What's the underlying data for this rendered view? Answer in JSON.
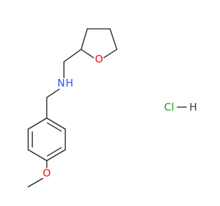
{
  "molecule": {
    "atoms": {
      "nitrogen": "N",
      "hydrogen": "H",
      "ring_oxygen": "O",
      "methoxy_oxygen": "O"
    },
    "salt": {
      "chlorine": "Cl",
      "hydrogen": "H"
    }
  },
  "colors": {
    "bond": "#3a3a3a",
    "nitrogen": "#3050f8",
    "oxygen": "#ff0d0d",
    "chlorine": "#1fa01f",
    "carbon_hydrogen": "#3a3a3a"
  }
}
